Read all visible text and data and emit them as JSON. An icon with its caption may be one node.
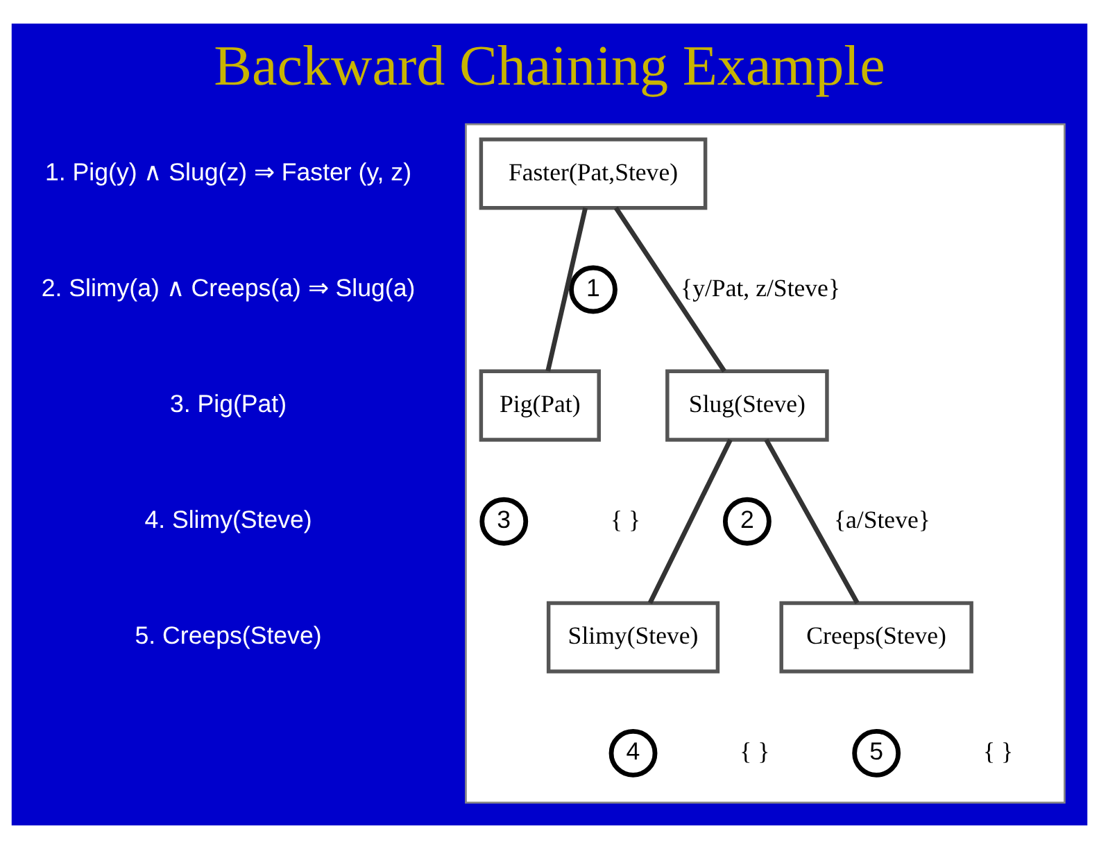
{
  "diagram": {
    "title": "Backward Chaining Example",
    "nodes": [
      {
        "text": [],
        "shape": "box"
      },
      {
        "text": [
          "Faster(Pat,Steve)"
        ],
        "in": 0
      },
      {
        "text": [
          "1"
        ],
        "beside": [
          "{y/Pat, z/Steve}"
        ],
        "in": 0
      },
      {
        "text": [
          "Pig(Pat)"
        ],
        "in": 0
      },
      {
        "text": [
          "Slug(Steve)"
        ],
        "in": 0
      },
      {
        "text": [
          "3"
        ],
        "beside": [
          "{ }"
        ],
        "in": 0
      },
      {
        "text": [
          "2"
        ],
        "beside": [
          "{a/Steve}"
        ],
        "in": 0
      },
      {
        "text": [
          "Slimy(Steve)"
        ],
        "in": 0
      },
      {
        "text": [
          "Creeps(Steve)"
        ],
        "in": 0
      },
      {
        "text": [
          "4"
        ],
        "beside": [
          "{ }"
        ],
        "in": 0
      },
      {
        "text": [
          "5"
        ],
        "beside": [
          "{ }"
        ],
        "in": 0
      }
    ],
    "edges": [
      {
        "from": 1,
        "to": 3,
        "arrow": "none"
      },
      {
        "from": 1,
        "to": 4,
        "arrow": "none"
      },
      {
        "from": 4,
        "to": 7,
        "arrow": "none"
      },
      {
        "from": 4,
        "to": 8,
        "arrow": "none"
      }
    ],
    "labels": [
      "1. Pig(y) ∧ Slug(z) ⇒ Faster (y, z)",
      "2. Slimy(a) ∧ Creeps(a) ⇒ Slug(a)",
      "3. Pig(Pat)",
      "4. Slimy(Steve)",
      "5. Creeps(Steve)"
    ]
  }
}
